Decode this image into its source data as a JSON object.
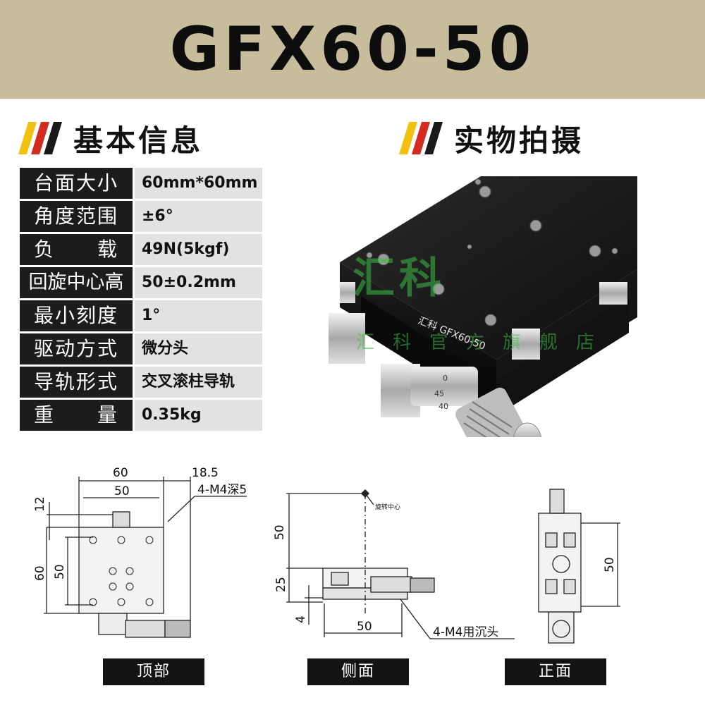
{
  "banner": {
    "title": "GFX60-50"
  },
  "sections": {
    "info_title": "基本信息",
    "photo_title": "实物拍摄"
  },
  "specs": [
    {
      "label": "台面大小",
      "value": "60mm*60mm"
    },
    {
      "label": "角度范围",
      "value": "±6°"
    },
    {
      "label": "负　　载",
      "value": "49N(5kgf)"
    },
    {
      "label": "回旋中心高",
      "value": "50±0.2mm"
    },
    {
      "label": "最小刻度",
      "value": "1°"
    },
    {
      "label": "驱动方式",
      "value": "微分头"
    },
    {
      "label": "导轨形式",
      "value": "交叉滚柱导轨"
    },
    {
      "label": "重　　量",
      "value": "0.35kg"
    }
  ],
  "photo": {
    "engraving": "汇科 GFX60-50",
    "scale_marks": [
      "0",
      "45",
      "40"
    ],
    "watermark": "汇科",
    "watermark_sub": "汇科官方旗舰店"
  },
  "drawing": {
    "top": {
      "dim_60": "60",
      "dim_50": "50",
      "dim_18_5": "18.5",
      "dim_12": "12",
      "dim_60_v": "60",
      "dim_50_v": "50",
      "hole_note": "4-M4深5"
    },
    "side": {
      "dim_50_v": "50",
      "dim_25": "25",
      "dim_4": "4",
      "dim_50_h": "50",
      "center_note": "旋转中心",
      "hole_note": "4-M4用沉头"
    },
    "front": {
      "dim_50_v": "50"
    }
  },
  "views": {
    "top": "顶部",
    "side": "侧面",
    "front": "正面"
  },
  "colors": {
    "banner": "#c7bc9c",
    "stripe_yellow": "#f2c10f",
    "stripe_red": "#d42a1f",
    "stripe_black": "#1a1a1a",
    "label_bg": "#1c1c1c",
    "value_bg": "#e2e2e2"
  }
}
